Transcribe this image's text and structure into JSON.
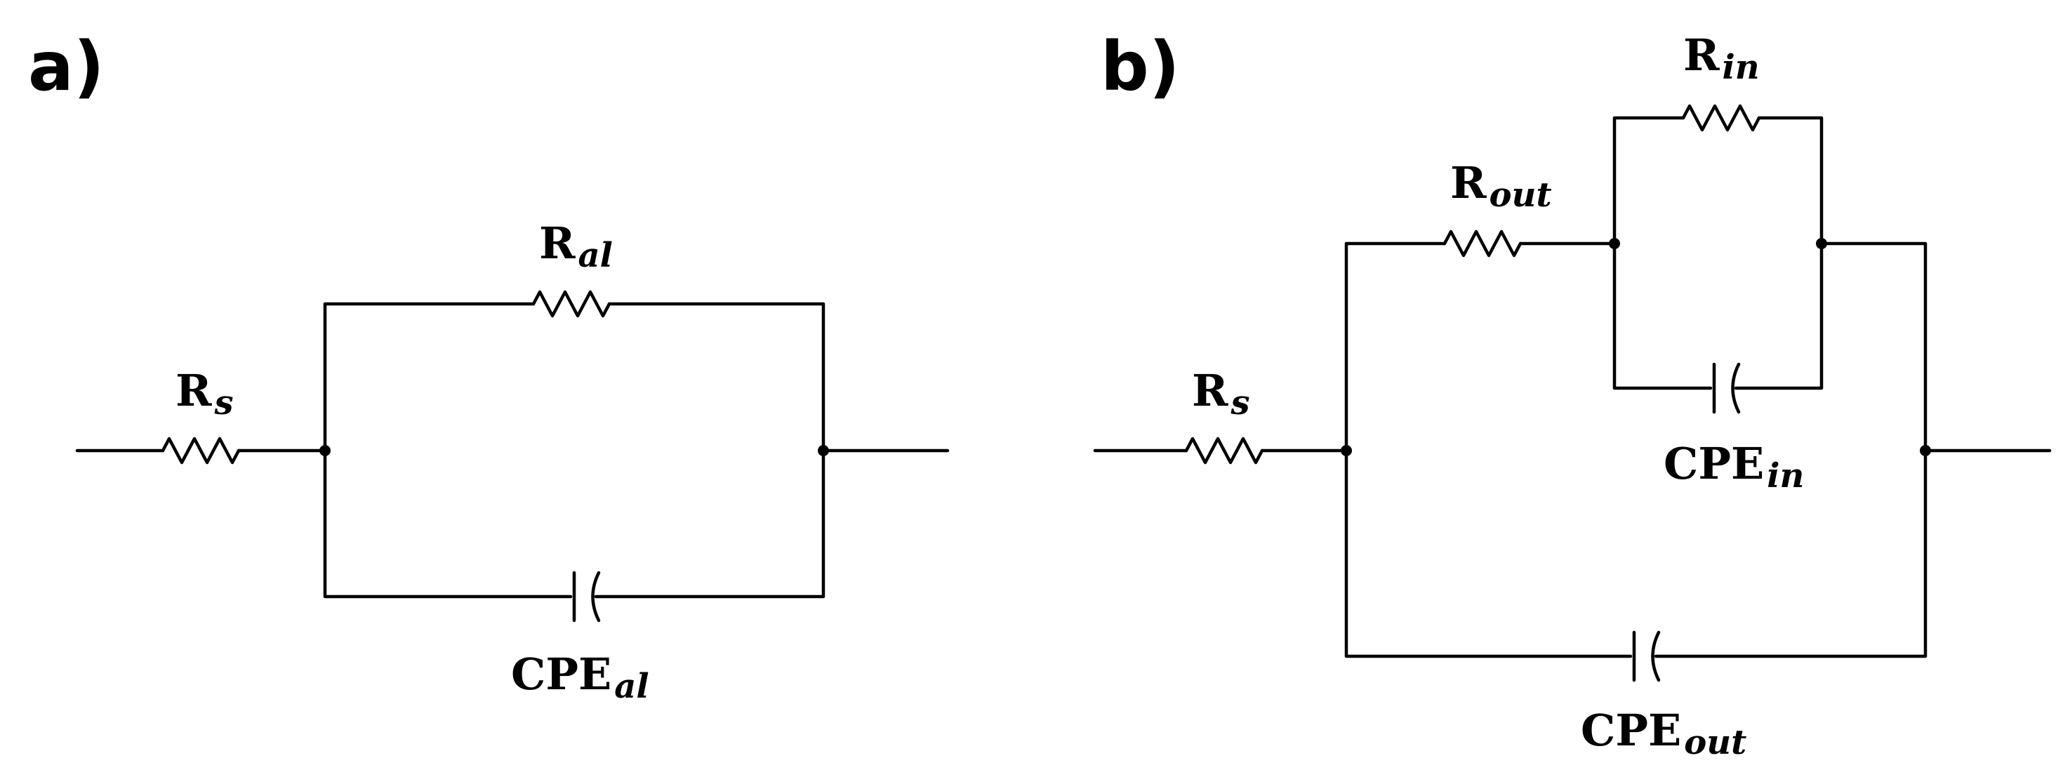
{
  "panels": {
    "a": {
      "label": "a)",
      "components": {
        "rs": {
          "main": "R",
          "sub": "s"
        },
        "ral": {
          "main": "R",
          "sub": "al"
        },
        "cpe_al": {
          "main": "CPE",
          "sub": "al"
        }
      }
    },
    "b": {
      "label": "b)",
      "components": {
        "rs": {
          "main": "R",
          "sub": "s"
        },
        "rout": {
          "main": "R",
          "sub": "out"
        },
        "rin": {
          "main": "R",
          "sub": "in"
        },
        "cpe_in": {
          "main": "CPE",
          "sub": "in"
        },
        "cpe_out": {
          "main": "CPE",
          "sub": "out"
        }
      }
    }
  }
}
